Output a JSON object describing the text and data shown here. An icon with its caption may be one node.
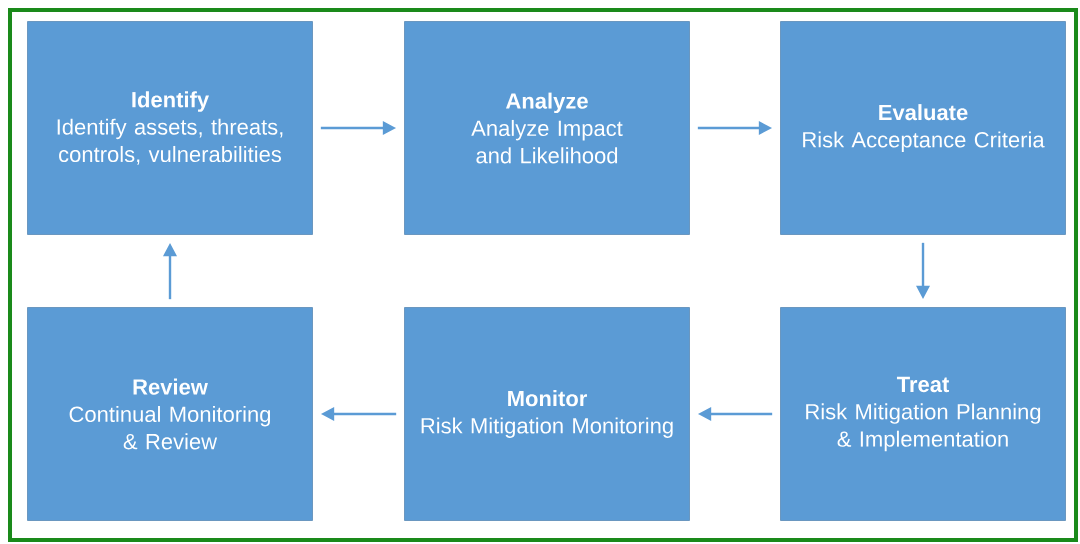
{
  "diagram": {
    "nodes": [
      {
        "text": [
          "Identify",
          "Identify assets, threats, controls, vulnerabilities"
        ]
      },
      {
        "text": [
          "Analyze",
          "Analyze Impact and Likelihood"
        ]
      },
      {
        "text": [
          "Evaluate",
          "Risk Acceptance Criteria"
        ]
      },
      {
        "text": [
          "Review",
          "Continual Monitoring & Review"
        ]
      },
      {
        "text": [
          "Monitor",
          "Risk Mitigation Monitoring"
        ]
      },
      {
        "text": [
          "Treat",
          "Risk Mitigation Planning & Implementation"
        ]
      }
    ],
    "edges": [
      {
        "from": 0,
        "to": 1,
        "arrow": "to"
      },
      {
        "from": 1,
        "to": 2,
        "arrow": "to"
      },
      {
        "from": 2,
        "to": 5,
        "arrow": "to"
      },
      {
        "from": 5,
        "to": 4,
        "arrow": "to"
      },
      {
        "from": 4,
        "to": 3,
        "arrow": "to"
      },
      {
        "from": 3,
        "to": 0,
        "arrow": "to"
      }
    ]
  }
}
